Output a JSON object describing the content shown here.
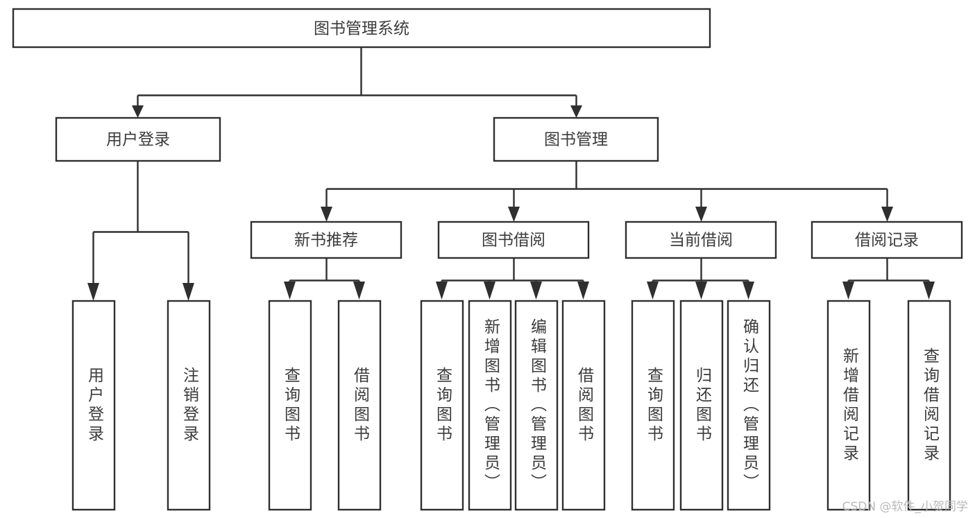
{
  "diagram": {
    "title": "图书管理系统",
    "type": "tree",
    "root": {
      "id": "root",
      "label": "图书管理系统",
      "orientation": "horizontal"
    },
    "level2": [
      {
        "id": "user-login",
        "label": "用户登录",
        "orientation": "horizontal"
      },
      {
        "id": "book-manage",
        "label": "图书管理",
        "orientation": "horizontal"
      }
    ],
    "level3": [
      {
        "id": "new-book-recommend",
        "label": "新书推荐",
        "orientation": "horizontal",
        "parent": "book-manage"
      },
      {
        "id": "book-borrow",
        "label": "图书借阅",
        "orientation": "horizontal",
        "parent": "book-manage"
      },
      {
        "id": "current-borrow",
        "label": "当前借阅",
        "orientation": "horizontal",
        "parent": "book-manage"
      },
      {
        "id": "borrow-record",
        "label": "借阅记录",
        "orientation": "horizontal",
        "parent": "book-manage"
      }
    ],
    "leaves": [
      {
        "id": "leaf-user-login",
        "label": "用户登录",
        "orientation": "vertical",
        "parent": "user-login"
      },
      {
        "id": "leaf-logout-login",
        "label": "注销登录",
        "orientation": "vertical",
        "parent": "user-login"
      },
      {
        "id": "leaf-query-book-1",
        "label": "查询图书",
        "orientation": "vertical",
        "parent": "new-book-recommend"
      },
      {
        "id": "leaf-borrow-book-1",
        "label": "借阅图书",
        "orientation": "vertical",
        "parent": "new-book-recommend"
      },
      {
        "id": "leaf-query-book-2",
        "label": "查询图书",
        "orientation": "vertical",
        "parent": "book-borrow"
      },
      {
        "id": "leaf-add-book",
        "label": "新增图书（管理员）",
        "orientation": "vertical",
        "parent": "book-borrow"
      },
      {
        "id": "leaf-edit-book",
        "label": "编辑图书（管理员）",
        "orientation": "vertical",
        "parent": "book-borrow"
      },
      {
        "id": "leaf-borrow-book-2",
        "label": "借阅图书",
        "orientation": "vertical",
        "parent": "book-borrow"
      },
      {
        "id": "leaf-query-book-3",
        "label": "查询图书",
        "orientation": "vertical",
        "parent": "current-borrow"
      },
      {
        "id": "leaf-return-book",
        "label": "归还图书",
        "orientation": "vertical",
        "parent": "current-borrow"
      },
      {
        "id": "leaf-confirm-return",
        "label": "确认归还（管理员）",
        "orientation": "vertical",
        "parent": "current-borrow"
      },
      {
        "id": "leaf-add-record",
        "label": "新增借阅记录",
        "orientation": "vertical",
        "parent": "borrow-record"
      },
      {
        "id": "leaf-query-record",
        "label": "查询借阅记录",
        "orientation": "vertical",
        "parent": "borrow-record"
      }
    ],
    "colors": {
      "box_stroke": "#2f2f2f",
      "box_fill": "#ffffff",
      "text": "#3b3b3b",
      "background": "#ffffff",
      "watermark": "#b9b9b9"
    }
  },
  "watermark": {
    "text": "CSDN @软件_小贺同学"
  }
}
